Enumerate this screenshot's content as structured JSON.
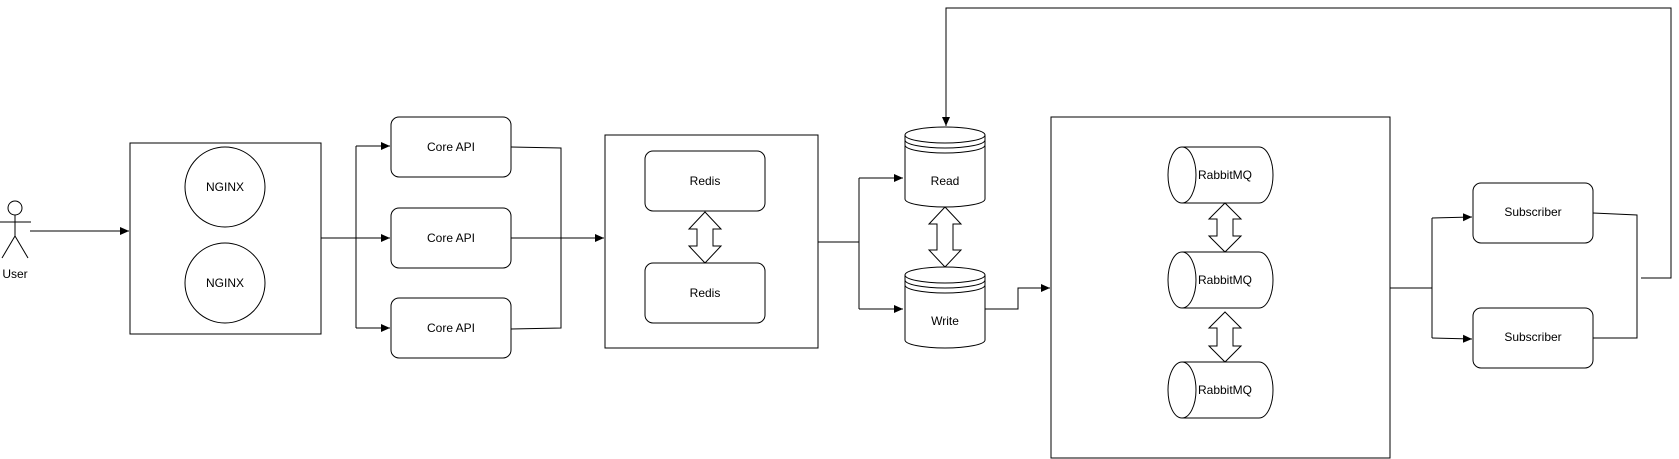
{
  "user": {
    "label": "User"
  },
  "load_balancer": {
    "nodes": [
      "NGINX",
      "NGINX"
    ]
  },
  "api": {
    "nodes": [
      "Core API",
      "Core API",
      "Core API"
    ]
  },
  "cache": {
    "nodes": [
      "Redis",
      "Redis"
    ]
  },
  "database": {
    "read": "Read",
    "write": "Write"
  },
  "queue": {
    "nodes": [
      "RabbitMQ",
      "RabbitMQ",
      "RabbitMQ"
    ]
  },
  "subscribers": {
    "nodes": [
      "Subscriber",
      "Subscriber"
    ]
  }
}
